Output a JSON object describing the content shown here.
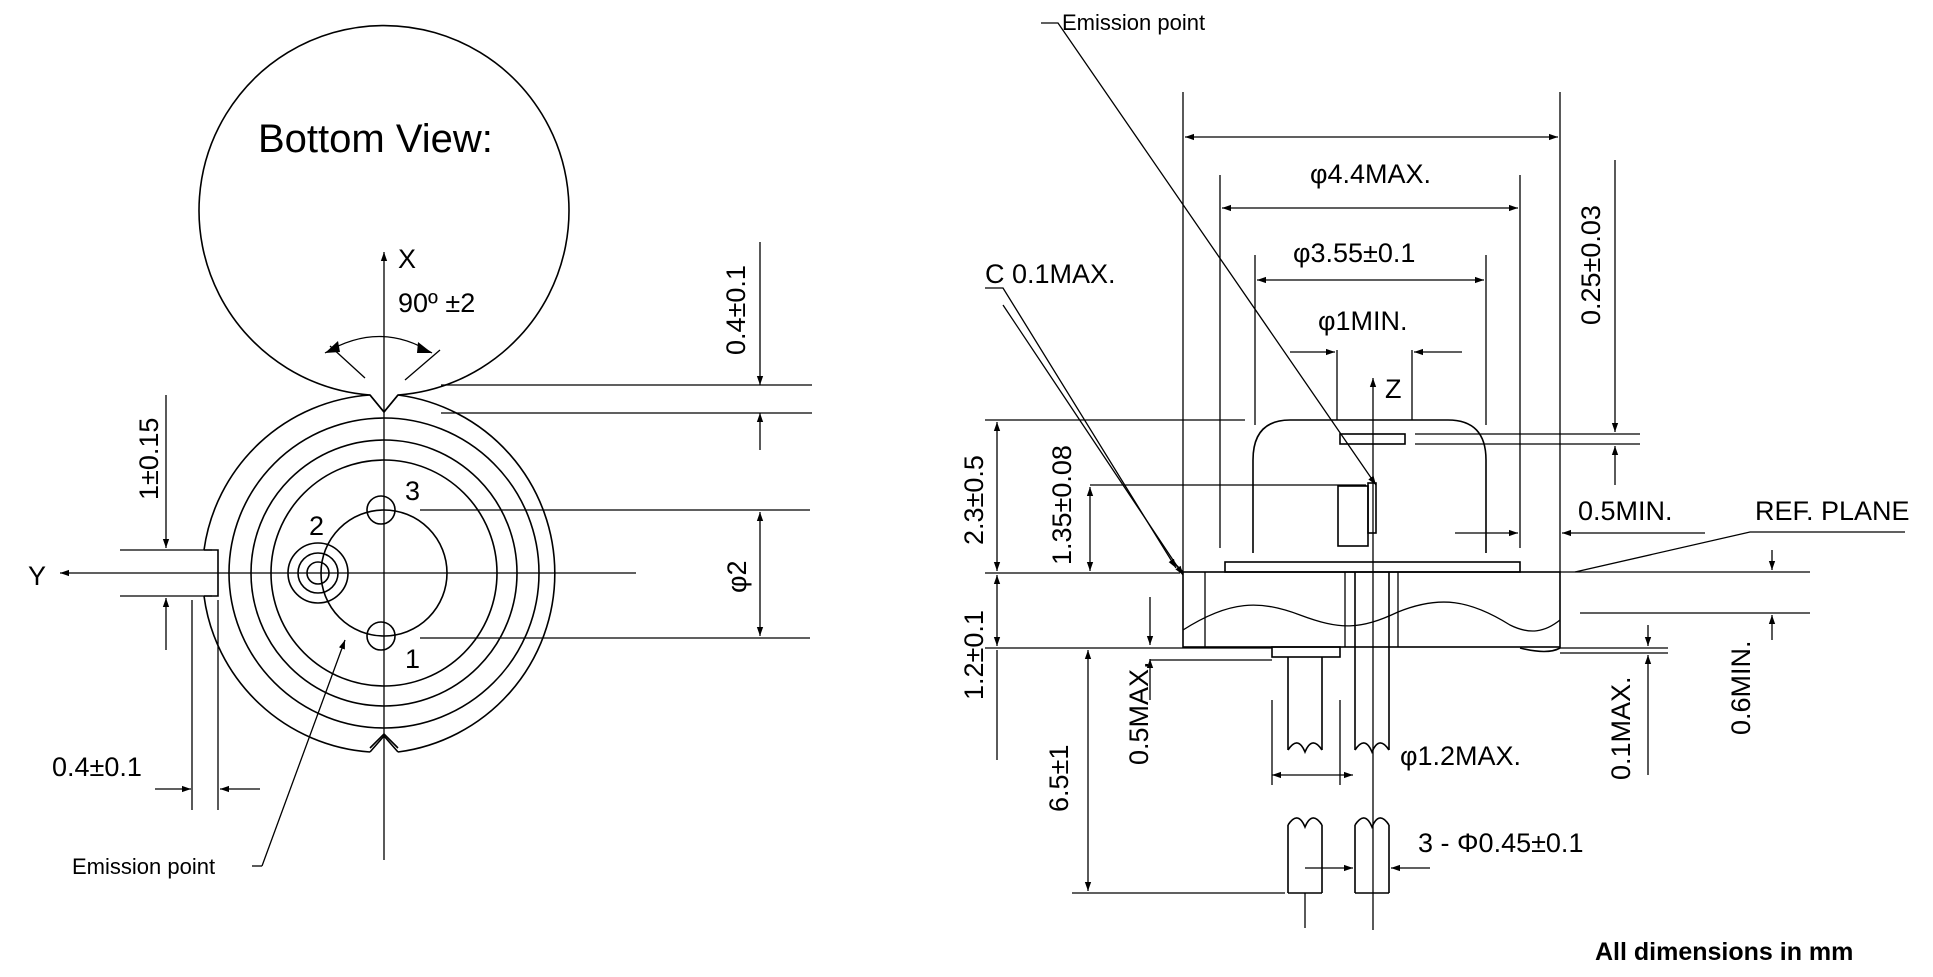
{
  "bottom_view": {
    "title": "Bottom View:",
    "axis_x": "X",
    "axis_y": "Y",
    "angle": "90º  ±2",
    "dim_notch_depth": "0.4±0.1",
    "dim_notch_width": "1±0.15",
    "dim_pin_circle": "φ2",
    "dim_notch_side": "0.4±0.1",
    "pin_1": "1",
    "pin_2": "2",
    "pin_3": "3",
    "emission_point": "Emission point"
  },
  "side_view": {
    "emission_point": "Emission point",
    "chamfer": "C  0.1MAX.",
    "dim_flange_dia": "φ4.4MAX.",
    "dim_cap_dia": "φ3.55±0.1",
    "dim_window_dia": "φ1MIN.",
    "axis_z": "Z",
    "dim_window_thick": "0.25±0.03",
    "dim_total_height": "2.3±0.5",
    "dim_emission_height": "1.35±0.08",
    "dim_cap_gap": "0.5MIN.",
    "ref_plane": "REF. PLANE",
    "dim_flange_thick": "1.2±0.1",
    "dim_stem_max": "0.5MAX.",
    "dim_flange_overlap": "0.1MAX.",
    "dim_flange_min": "0.6MIN.",
    "dim_pin_span": "φ1.2MAX.",
    "dim_lead_len": "6.5±1",
    "dim_lead_dia": "3 - Φ0.45±0.1"
  },
  "footer_note": "All dimensions in mm"
}
